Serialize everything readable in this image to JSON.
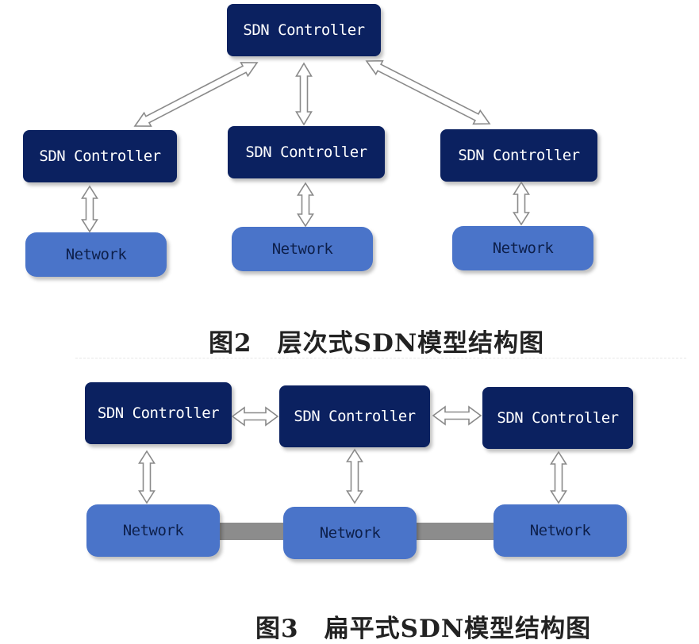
{
  "figure2": {
    "caption": "图2　层次式SDN模型结构图",
    "top_controller": "SDN Controller",
    "controllers": [
      "SDN Controller",
      "SDN Controller",
      "SDN Controller"
    ],
    "networks": [
      "Network",
      "Network",
      "Network"
    ]
  },
  "figure3": {
    "caption": "图3　扁平式SDN模型结构图",
    "controllers": [
      "SDN Controller",
      "SDN Controller",
      "SDN Controller"
    ],
    "networks": [
      "Network",
      "Network",
      "Network"
    ]
  },
  "colors": {
    "controller_fill": "#0b2160",
    "network_fill": "#4a74c9",
    "arrow_fill": "#ffffff",
    "arrow_stroke": "#8a8a8a",
    "link_bar": "#8c8c8c"
  }
}
